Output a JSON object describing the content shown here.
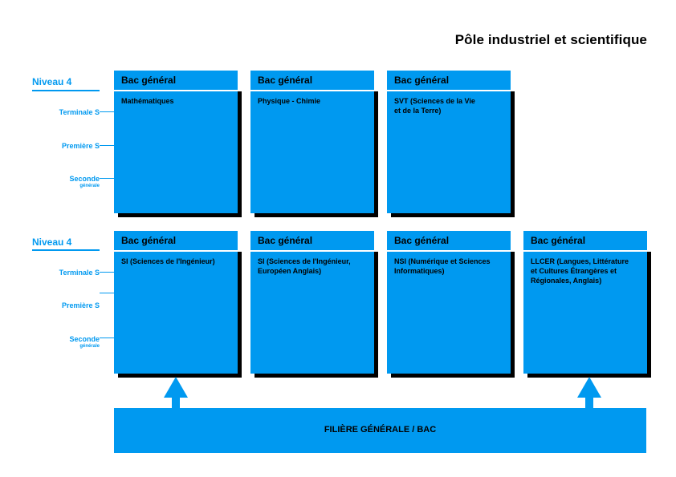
{
  "title": "Pôle industriel et scientifique",
  "rows": [
    {
      "niveau": "Niveau 4",
      "levels": {
        "terminale": "Terminale S",
        "premiere": "Première S",
        "seconde": "Seconde",
        "seconde_sub": "générale"
      },
      "cards": [
        {
          "header": "Bac général",
          "subject": "Mathématiques"
        },
        {
          "header": "Bac général",
          "subject": "Physique - Chimie"
        },
        {
          "header": "Bac général",
          "subject": "SVT (Sciences de la Vie\net de la Terre)"
        }
      ]
    },
    {
      "niveau": "Niveau 4",
      "levels": {
        "terminale": "Terminale S",
        "premiere": "Première S",
        "seconde": "Seconde",
        "seconde_sub": "générale"
      },
      "cards": [
        {
          "header": "Bac général",
          "subject": "SI (Sciences de l'Ingénieur)"
        },
        {
          "header": "Bac général",
          "subject": "SI (Sciences de l'Ingénieur,\nEuropéen Anglais)"
        },
        {
          "header": "Bac général",
          "subject": "NSI (Numérique et Sciences\nInformatiques)"
        },
        {
          "header": "Bac général",
          "subject": "LLCER (Langues, Littérature\net Cultures Étrangères et\nRégionales, Anglais)"
        }
      ]
    }
  ],
  "banner": "FILIÈRE GÉNÉRALE / BAC",
  "colors": {
    "accent": "#0099f0",
    "shadow": "#000000",
    "text": "#000000"
  }
}
